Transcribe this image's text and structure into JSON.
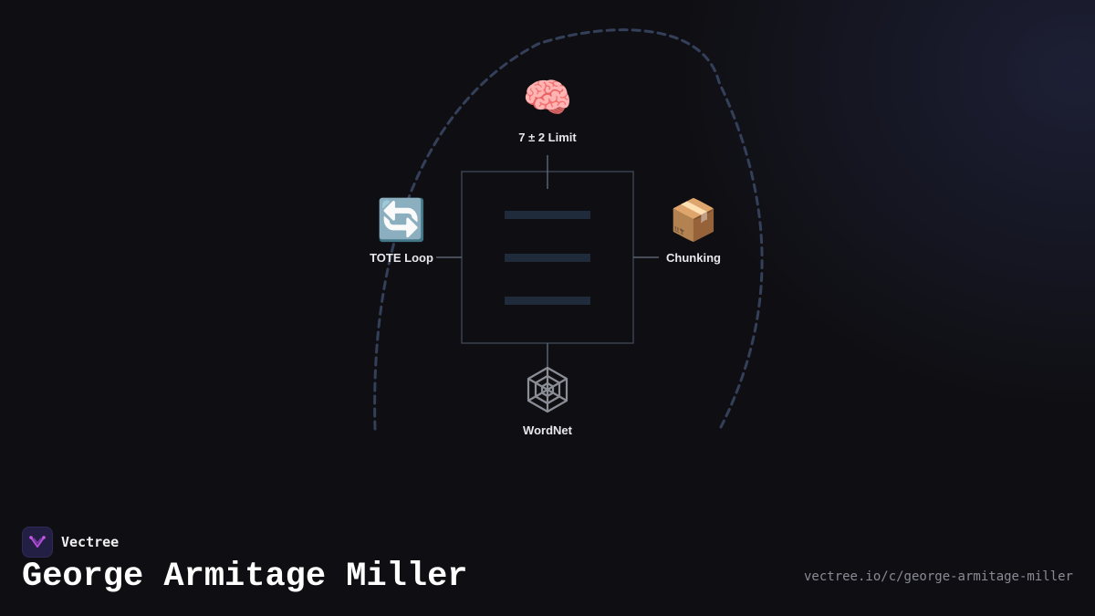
{
  "diagram": {
    "nodes": {
      "top": {
        "icon": "🧠",
        "icon_name": "brain-icon",
        "label": "7 ± 2 Limit"
      },
      "left": {
        "icon": "🔄",
        "icon_name": "loop-arrows-icon",
        "label": "TOTE Loop"
      },
      "right": {
        "icon": "📦",
        "icon_name": "package-icon",
        "label": "Chunking"
      },
      "bottom": {
        "icon": "🕸",
        "icon_name": "spider-web-icon",
        "label": "WordNet"
      }
    },
    "colors": {
      "frame": "#3a4250",
      "bars": "#1f2a3b",
      "dashed_arc": "#34405a",
      "connector": "#5a6270"
    }
  },
  "footer": {
    "brand_name": "Vectree",
    "brand_logo": "vectree-logo-icon",
    "title": "George Armitage Miller",
    "url": "vectree.io/c/george-armitage-miller"
  }
}
